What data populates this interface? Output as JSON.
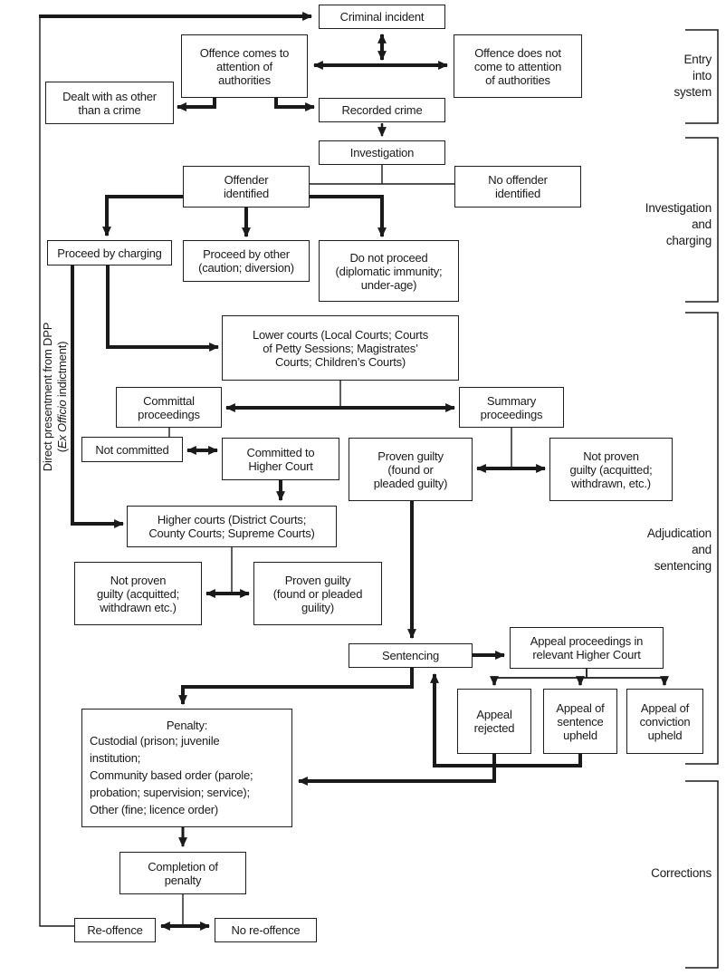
{
  "diagram_title": "Criminal justice system flowchart",
  "colors": {
    "line": "#1a1a1a",
    "box_border": "#1f1f1f",
    "background": "#ffffff",
    "text": "#1a1a1a"
  },
  "nodes": {
    "criminal_incident": "Criminal incident",
    "offence_comes": "Offence comes to\nattention of\nauthorities",
    "offence_not": "Offence does not\ncome to attention\nof authorities",
    "dealt_with": "Dealt with as other\nthan a crime",
    "recorded_crime": "Recorded crime",
    "investigation": "Investigation",
    "offender_identified": "Offender\nidentified",
    "no_offender": "No offender\nidentified",
    "proceed_charging": "Proceed by charging",
    "proceed_other": "Proceed by other\n(caution; diversion)",
    "do_not_proceed": "Do not proceed\n(diplomatic immunity;\nunder-age)",
    "lower_courts": "Lower courts (Local Courts; Courts\nof Petty Sessions; Magistrates’\nCourts; Children’s Courts)",
    "committal": "Committal\nproceedings",
    "summary": "Summary\nproceedings",
    "not_committed": "Not committed",
    "committed_higher": "Committed to\nHigher Court",
    "proven_guilty_lower": "Proven guilty\n(found or\npleaded guilty)",
    "not_proven_lower": "Not proven\nguilty (acquitted;\nwithdrawn, etc.)",
    "higher_courts": "Higher courts (District Courts;\nCounty Courts; Supreme Courts)",
    "not_proven_higher": "Not proven\nguilty (acquitted;\nwithdrawn etc.)",
    "proven_guilty_higher": "Proven guilty\n(found or pleaded\nguility)",
    "sentencing": "Sentencing",
    "appeal_proceedings": "Appeal proceedings in\nrelevant Higher Court",
    "appeal_rejected": "Appeal\nrejected",
    "appeal_sentence": "Appeal of\nsentence\nupheld",
    "appeal_conviction": "Appeal of\nconviction\nupheld",
    "completion": "Completion of\npenalty",
    "reoffence": "Re-offence",
    "no_reoffence": "No re-offence"
  },
  "penalty": {
    "title": "Penalty:",
    "body": "Custodial (prison; juvenile\ninstitution;\nCommunity based order (parole;\nprobation; supervision; service);\nOther (fine; licence order)"
  },
  "rotated_label": {
    "line1": "Direct presentment from DPP",
    "line2_pre": "(",
    "line2_italic": "Ex Officio",
    "line2_post": " indictment)"
  },
  "stages": {
    "entry": "Entry\ninto\nsystem",
    "investigation_charging": "Investigation\nand\ncharging",
    "adjudication_sentencing": "Adjudication\nand\nsentencing",
    "corrections": "Corrections"
  }
}
